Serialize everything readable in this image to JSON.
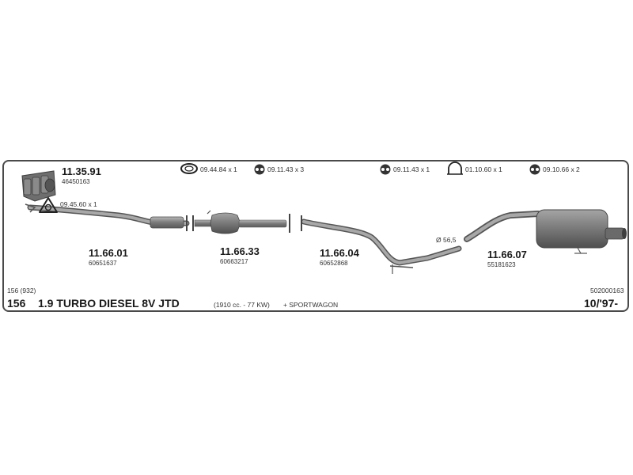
{
  "parts": [
    {
      "code": "11.35.91",
      "oem": "46450163",
      "icon": "exhaust-manifold"
    },
    {
      "code": "11.66.01",
      "oem": "60651637",
      "icon": "front-pipe"
    },
    {
      "code": "11.66.33",
      "oem": "60663217",
      "icon": "catalytic-converter"
    },
    {
      "code": "11.66.04",
      "oem": "60652868",
      "icon": "middle-pipe"
    },
    {
      "code": "11.66.07",
      "oem": "55181623",
      "icon": "rear-silencer"
    }
  ],
  "fittings": [
    {
      "label": "09.45.60 x 1",
      "icon": "triangle-gasket-icon"
    },
    {
      "label": "09.44.84 x 1",
      "icon": "oval-gasket-icon"
    },
    {
      "label": "09.11.43 x 3",
      "icon": "rubber-mount-icon"
    },
    {
      "label": "09.11.43 x 1",
      "icon": "rubber-mount-icon"
    },
    {
      "label": "01.10.60 x 1",
      "icon": "u-clamp-icon"
    },
    {
      "label": "09.10.66 x 2",
      "icon": "rubber-mount-icon"
    }
  ],
  "diameter": "Ø 56,5",
  "footer": {
    "model_code": "156 (932)",
    "model": "156",
    "engine": "1.9 TURBO DIESEL 8V JTD",
    "specs": "(1910 cc. - 77 KW)",
    "variant": "+ SPORTWAGON",
    "catalog_no": "502000163",
    "date": "10/'97-"
  },
  "colors": {
    "pipe": "#8a8a8a",
    "pipe_dark": "#5e5e5e",
    "border": "#4a4a4a"
  }
}
